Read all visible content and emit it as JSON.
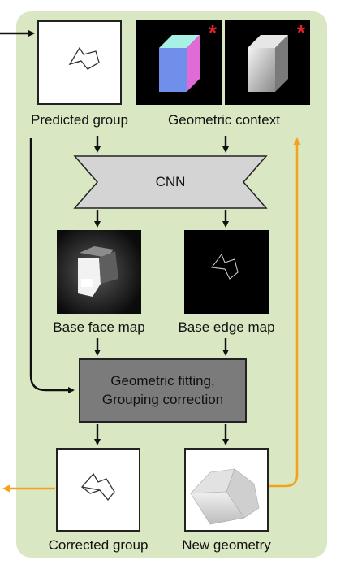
{
  "labels": {
    "predicted_group": "Predicted group",
    "geometric_context": "Geometric context",
    "cnn": "CNN",
    "base_face_map": "Base face map",
    "base_edge_map": "Base edge map",
    "fitting_line1": "Geometric fitting,",
    "fitting_line2": "Grouping correction",
    "corrected_group": "Corrected group",
    "new_geometry": "New geometry"
  },
  "markers": {
    "asterisk": "*"
  },
  "colors": {
    "panel": "#d9e8c2",
    "cnn_fill": "#d4d4d4",
    "fitting_fill": "#7b7b7b",
    "feedback_arrow": "#f5a21b",
    "arrow": "#111111",
    "asterisk": "#d8262b"
  }
}
